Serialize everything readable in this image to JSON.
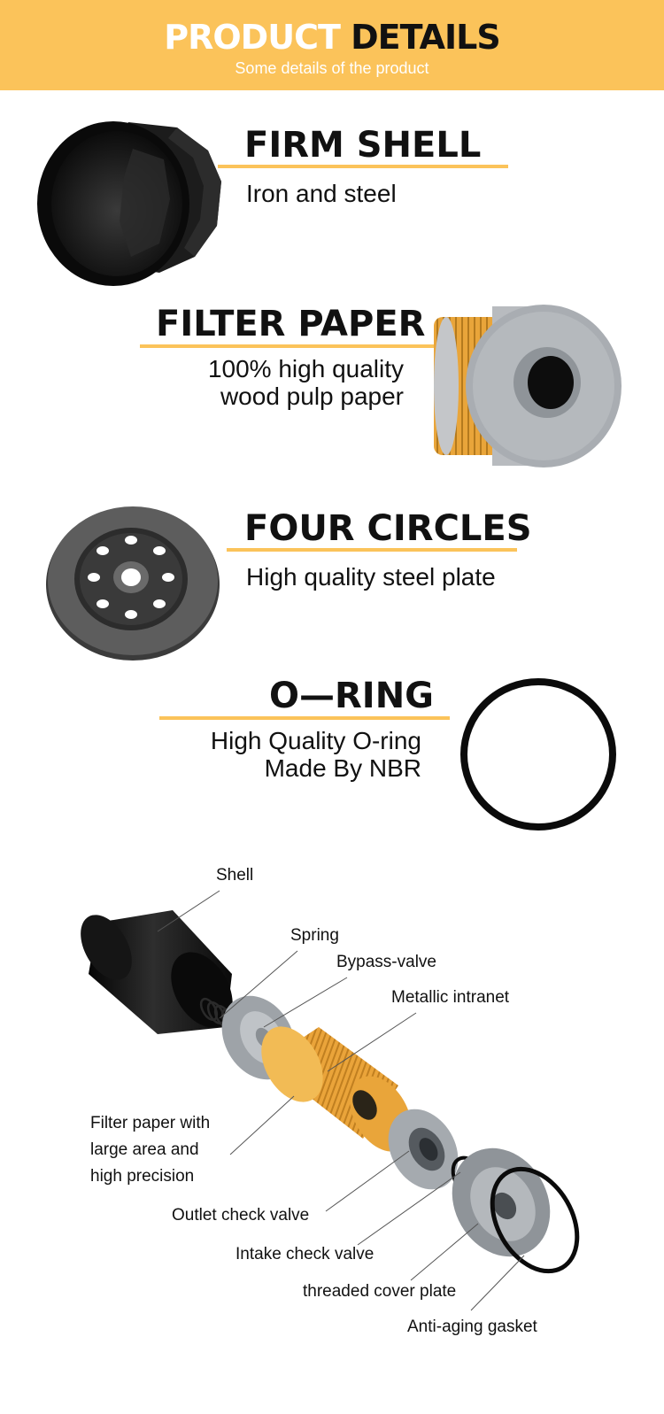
{
  "header": {
    "title_part1": "PRODUCT",
    "title_part2": "DETAILS",
    "subtitle": "Some details of the product"
  },
  "features": [
    {
      "title": "FIRM SHELL",
      "desc": [
        "Iron and steel"
      ],
      "icon": "filter-shell-icon"
    },
    {
      "title": "FILTER PAPER",
      "desc": [
        "100% high quality",
        "wood pulp paper"
      ],
      "icon": "filter-paper-element-icon"
    },
    {
      "title": "FOUR CIRCLES",
      "desc": [
        "High quality steel plate"
      ],
      "icon": "steel-plate-icon"
    },
    {
      "title": "O—RING",
      "desc": [
        "High Quality O-ring",
        "Made By NBR"
      ],
      "icon": "o-ring-icon"
    }
  ],
  "exploded_view": {
    "labels": {
      "shell": "Shell",
      "spring": "Spring",
      "bypass_valve": "Bypass-valve",
      "metallic_intranet": "Metallic intranet",
      "filter_paper": [
        "Filter paper with",
        "large area and",
        "high precision"
      ],
      "outlet_check_valve": "Outlet check valve",
      "intake_check_valve": "Intake check valve",
      "threaded_cover_plate": "threaded cover plate",
      "anti_aging_gasket": "Anti-aging gasket"
    }
  },
  "colors": {
    "accent": "#fbc35a",
    "heading": "#111111",
    "banner_text": "#ffffff",
    "filter_paper": "#e9a53a",
    "component_grey": "#9ea3a8"
  }
}
